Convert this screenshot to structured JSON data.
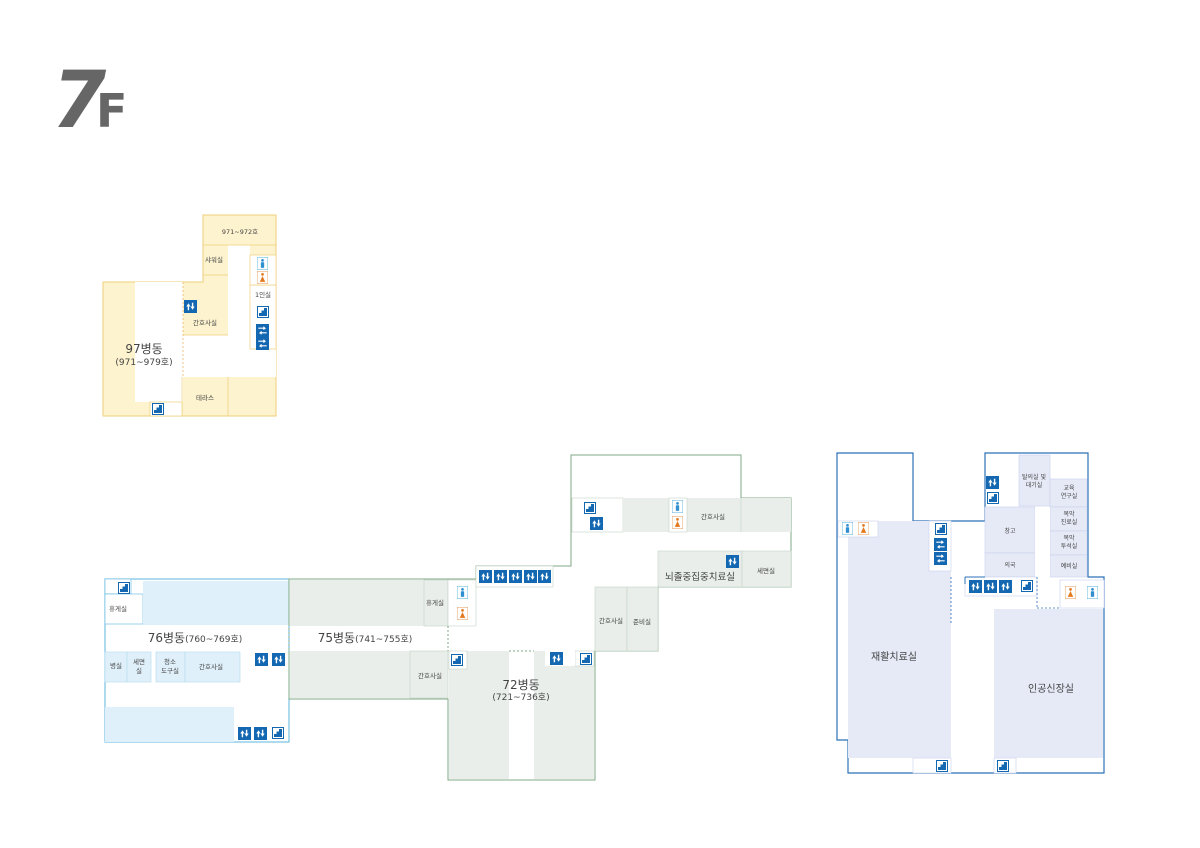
{
  "floor": {
    "number": "7",
    "suffix": "F"
  },
  "colors": {
    "wing97_fill": "#fdf3cf",
    "wing97_stroke": "#f0cf7a",
    "wing76_fill": "#dff0fa",
    "wing76_stroke": "#5db6e0",
    "wing75_fill": "#e9eeea",
    "wing75_stroke": "#7fa885",
    "east_fill": "#e6eaf7",
    "east_stroke": "#2c72b8",
    "icon_blue": "#1468b2",
    "icon_orange": "#e47a1e"
  },
  "icons": {
    "stairs": "stairs-icon",
    "elevator": "elevator-icon",
    "escalator": "escalator-icon",
    "restroom_male": "restroom-male-icon",
    "restroom_female": "restroom-female-icon"
  },
  "wing97": {
    "title": "97병동",
    "range": "(971~979호)",
    "rooms": {
      "r971_972": "971~972호",
      "shower": "샤워실",
      "single": "1인실",
      "nurse": "간호사실",
      "terrace": "테라스"
    }
  },
  "wing76": {
    "title": "76병동",
    "range": "(760~769호)",
    "rooms": {
      "lounge": "휴게실",
      "ward": "병실",
      "wash_1": "세면",
      "wash_2": "실",
      "clean_1": "청소",
      "clean_2": "도구실",
      "nurse": "간호사실"
    }
  },
  "wing75": {
    "title": "75병동",
    "range": "(741~755호)",
    "rooms": {
      "lounge": "휴게실",
      "nurse": "간호사실"
    }
  },
  "wing72": {
    "title": "72병동",
    "range": "(721~736호)",
    "rooms": {
      "nurse_top": "간호사실",
      "neuro_icu": "뇌졸중집중치료실",
      "wash": "세면실",
      "nurse_mid": "간호사실",
      "prep": "준비실"
    }
  },
  "east": {
    "rooms": {
      "rehab": "재활치료실",
      "dialysis": "인공신장실",
      "consult_1": "탈의실 및",
      "consult_2": "대기실",
      "edu_1": "교육",
      "edu_2": "연구실",
      "abdomen_1": "복막",
      "abdomen_2": "진료실",
      "dialysis2_1": "복막",
      "dialysis2_2": "투석실",
      "storage": "창고",
      "external": "의국",
      "reserve": "예비실"
    }
  }
}
